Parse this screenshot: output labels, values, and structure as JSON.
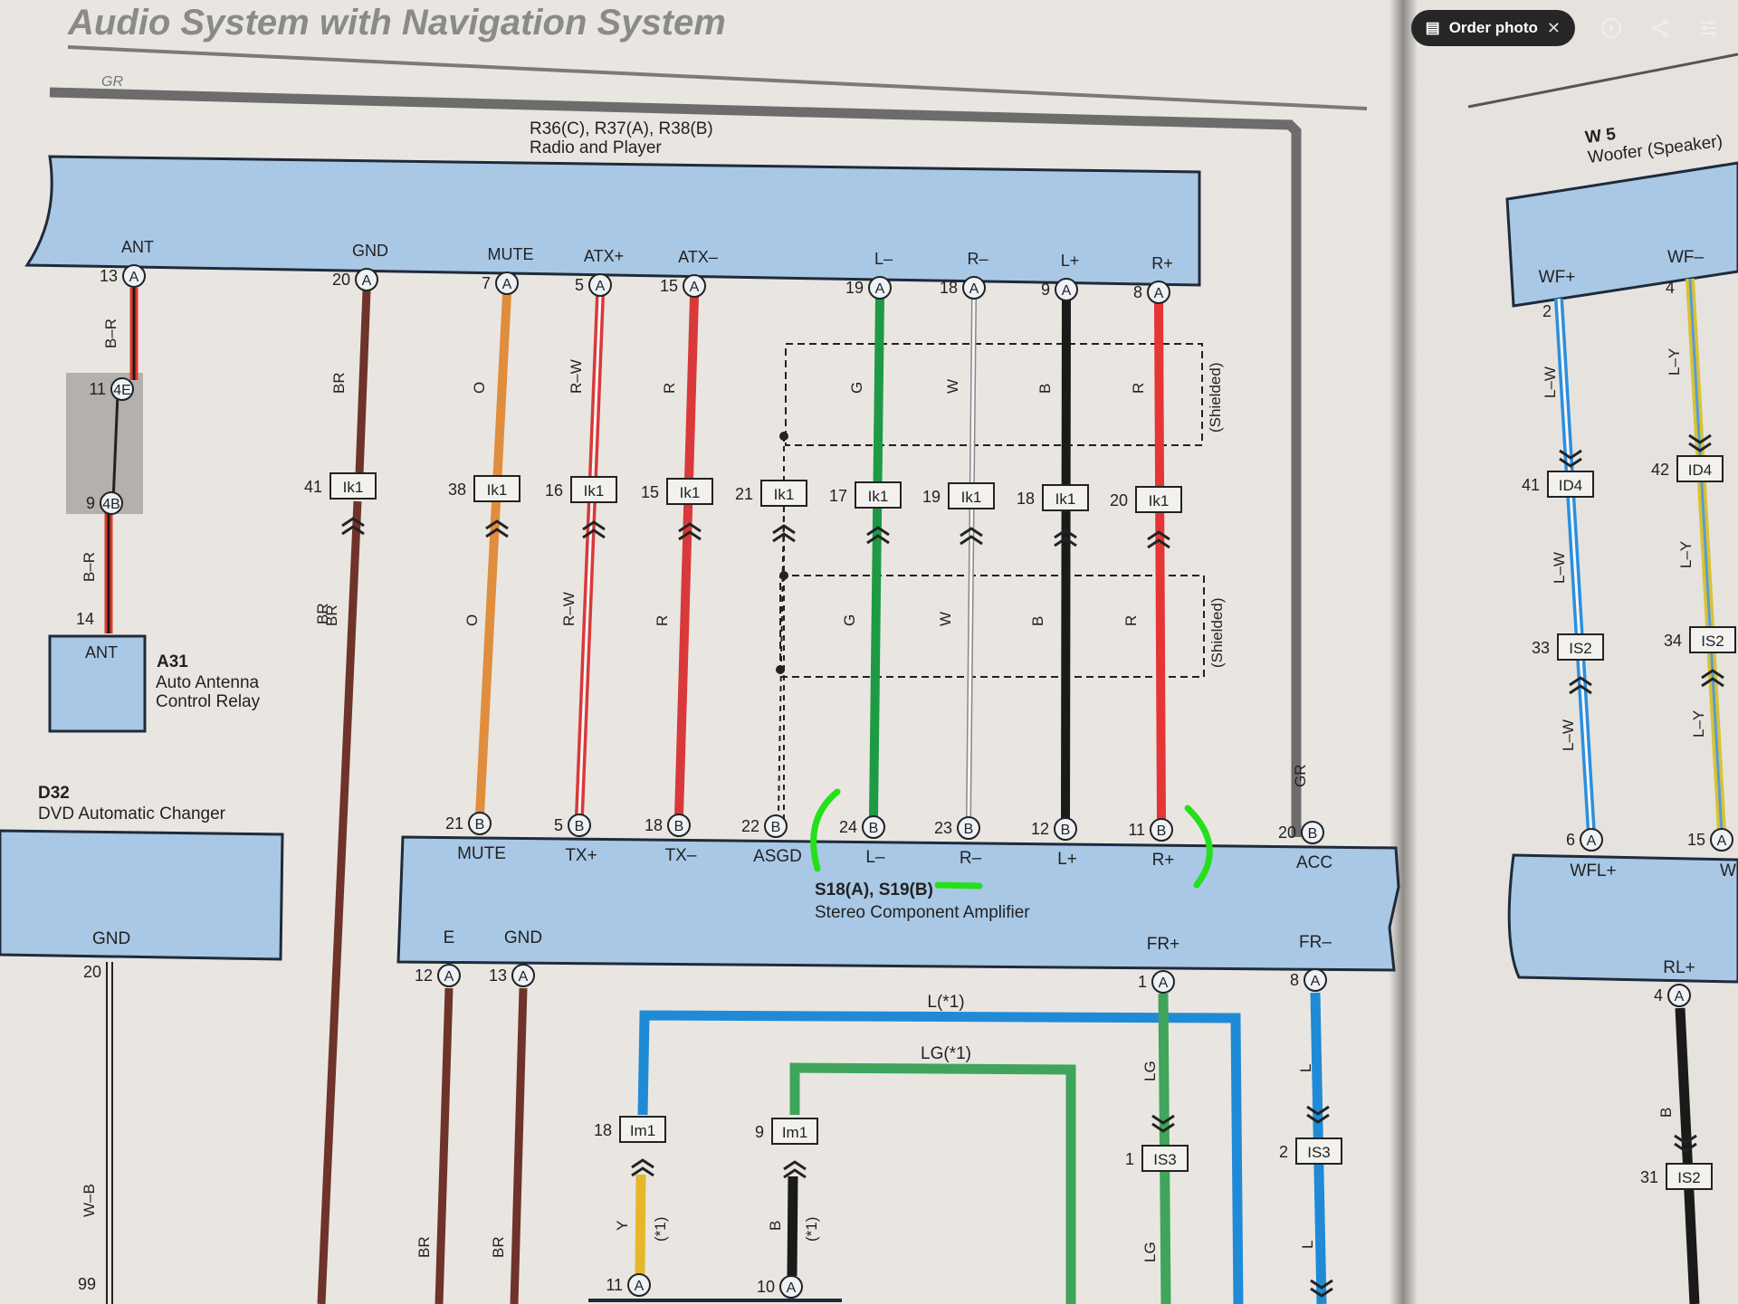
{
  "viewer": {
    "order_photo_label": "Order photo",
    "close_icon": "close-icon",
    "icons": [
      "bag-icon",
      "play-icon",
      "share-icon",
      "adjust-icon"
    ]
  },
  "diagram": {
    "page_title": "Audio System with Navigation System",
    "top_wire_label": "GR",
    "radio": {
      "code": "R36(C), R37(A), R38(B)",
      "name": "Radio and Player"
    },
    "antenna_relay": {
      "code": "A31",
      "name_line1": "Auto Antenna",
      "name_line2": "Control Relay",
      "box_label": "ANT"
    },
    "dvd_changer": {
      "code": "D32",
      "name": "DVD Automatic Changer",
      "box_label": "GND",
      "pin": "20",
      "wire": "W–B",
      "bottom_pin": "99"
    },
    "amplifier": {
      "code": "S18(A), S19(B)",
      "name": "Stereo Component Amplifier"
    },
    "woofer": {
      "code": "W 5",
      "name": "Woofer (Speaker)"
    },
    "shielded": "(Shielded)",
    "radio_pins": [
      {
        "label": "ANT",
        "pin": "13",
        "conn": "A"
      },
      {
        "label": "GND",
        "pin": "20",
        "conn": "A"
      },
      {
        "label": "MUTE",
        "pin": "7",
        "conn": "A"
      },
      {
        "label": "ATX+",
        "pin": "5",
        "conn": "A"
      },
      {
        "label": "ATX–",
        "pin": "15",
        "conn": "A"
      },
      {
        "label": "L–",
        "pin": "19",
        "conn": "A"
      },
      {
        "label": "R–",
        "pin": "18",
        "conn": "A"
      },
      {
        "label": "L+",
        "pin": "9",
        "conn": "A"
      },
      {
        "label": "R+",
        "pin": "8",
        "conn": "A"
      }
    ],
    "junctions": [
      {
        "pin": "41",
        "name": "Ik1"
      },
      {
        "pin": "38",
        "name": "Ik1"
      },
      {
        "pin": "16",
        "name": "Ik1"
      },
      {
        "pin": "15",
        "name": "Ik1"
      },
      {
        "pin": "21",
        "name": "Ik1"
      },
      {
        "pin": "17",
        "name": "Ik1"
      },
      {
        "pin": "19",
        "name": "Ik1"
      },
      {
        "pin": "18",
        "name": "Ik1"
      },
      {
        "pin": "20",
        "name": "Ik1"
      }
    ],
    "wire_colors": [
      "B–R",
      "BR",
      "O",
      "R–W",
      "R",
      "G",
      "W",
      "B",
      "R"
    ],
    "antenna_connectors": [
      {
        "pin": "11",
        "conn": "4E"
      },
      {
        "pin": "9",
        "conn": "4B"
      },
      {
        "pin": "14",
        "conn": ""
      }
    ],
    "amp_pins_top": [
      {
        "label": "MUTE",
        "pin": "21",
        "conn": "B"
      },
      {
        "label": "TX+",
        "pin": "5",
        "conn": "B"
      },
      {
        "label": "TX–",
        "pin": "18",
        "conn": "B"
      },
      {
        "label": "ASGD",
        "pin": "22",
        "conn": "B"
      },
      {
        "label": "L–",
        "pin": "24",
        "conn": "B"
      },
      {
        "label": "R–",
        "pin": "23",
        "conn": "B"
      },
      {
        "label": "L+",
        "pin": "12",
        "conn": "B"
      },
      {
        "label": "R+",
        "pin": "11",
        "conn": "B"
      },
      {
        "label": "ACC",
        "pin": "20",
        "conn": "B"
      }
    ],
    "acc_wire": "GR",
    "amp_pins_bottom": [
      {
        "label": "E",
        "pin": "12",
        "conn": "A"
      },
      {
        "label": "GND",
        "pin": "13",
        "conn": "A"
      },
      {
        "label": "FR+",
        "pin": "1",
        "conn": "A"
      },
      {
        "label": "FR–",
        "pin": "8",
        "conn": "A"
      }
    ],
    "lower_labels": {
      "l_wire": "L(*1)",
      "lg_wire": "LG(*1)",
      "im1_a": {
        "pin": "18",
        "name": "Im1"
      },
      "im1_b": {
        "pin": "9",
        "name": "Im1"
      },
      "is3_a": {
        "pin": "1",
        "name": "IS3"
      },
      "is3_b": {
        "pin": "2",
        "name": "IS3"
      },
      "y_wire": "Y",
      "b_wire": "B",
      "star": "(*1)",
      "lg": "LG",
      "l": "L",
      "br": "BR",
      "bottom_a": {
        "pin": "11",
        "conn": "A"
      },
      "bottom_b": {
        "pin": "10",
        "conn": "A"
      }
    },
    "woofer_pins": [
      {
        "label": "WF+",
        "pin": "2"
      },
      {
        "label": "WF–",
        "pin": "4"
      }
    ],
    "woofer_junctions": [
      {
        "pin": "41",
        "name": "ID4"
      },
      {
        "pin": "42",
        "name": "ID4"
      },
      {
        "pin": "33",
        "name": "IS2"
      },
      {
        "pin": "34",
        "name": "IS2"
      }
    ],
    "woofer_wires": [
      "L–W",
      "L–Y"
    ],
    "woofer_amp": [
      {
        "label": "WFL+",
        "pin": "6",
        "conn": "A"
      },
      {
        "label": "WFL–",
        "pin": "15",
        "conn": "A"
      },
      {
        "label": "RL+",
        "pin": "4",
        "conn": "A"
      }
    ],
    "woofer_lower": {
      "wire": "B",
      "pin": "31",
      "name": "IS2"
    }
  },
  "colors": {
    "paper": "#e9e6e1",
    "box_fill": "#a9c8e6",
    "box_stroke": "#1f2a3a",
    "highlight": "#24e01a"
  }
}
